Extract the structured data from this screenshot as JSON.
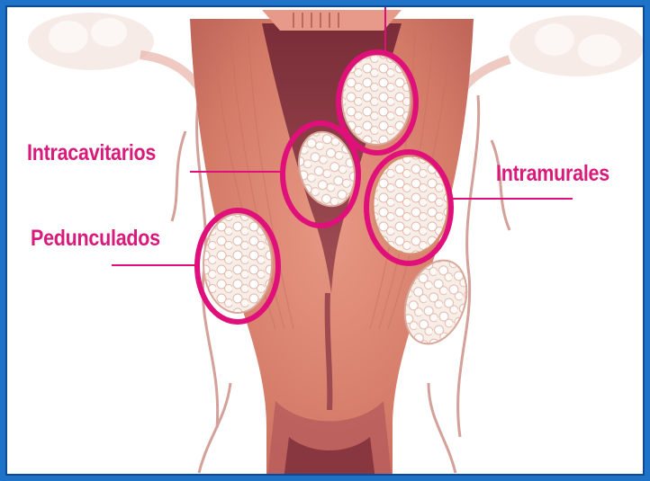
{
  "labels": {
    "intracavitarios": "Intracavitarios",
    "intramurales": "Intramurales",
    "pedunculados": "Pedunculados"
  },
  "colors": {
    "frame": "#1e73c8",
    "accent": "#d81b7b",
    "muscle": "#d9826f",
    "cavity": "#8f3b44",
    "fibroid": "#f6ece6",
    "background": "#ffffff"
  }
}
